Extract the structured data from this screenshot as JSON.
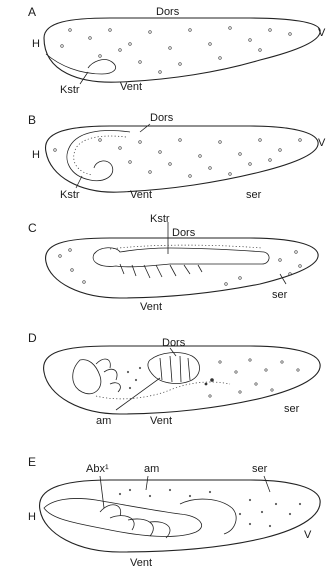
{
  "figure": {
    "panels": [
      {
        "letter": "A",
        "labels": {
          "dors": "Dors",
          "head": "H",
          "vent": "Vent",
          "posterior": "V",
          "kstr": "Kstr"
        }
      },
      {
        "letter": "B",
        "labels": {
          "dors": "Dors",
          "head": "H",
          "vent": "Vent",
          "posterior": "V",
          "kstr": "Kstr",
          "ser": "ser"
        }
      },
      {
        "letter": "C",
        "labels": {
          "kstr": "Kstr",
          "dors": "Dors",
          "vent": "Vent",
          "ser": "ser"
        }
      },
      {
        "letter": "D",
        "labels": {
          "dors": "Dors",
          "am": "am",
          "vent": "Vent",
          "ser": "ser"
        }
      },
      {
        "letter": "E",
        "labels": {
          "abx": "Abx¹",
          "am": "am",
          "ser": "ser",
          "head": "H",
          "posterior": "V",
          "vent": "Vent"
        }
      }
    ]
  }
}
